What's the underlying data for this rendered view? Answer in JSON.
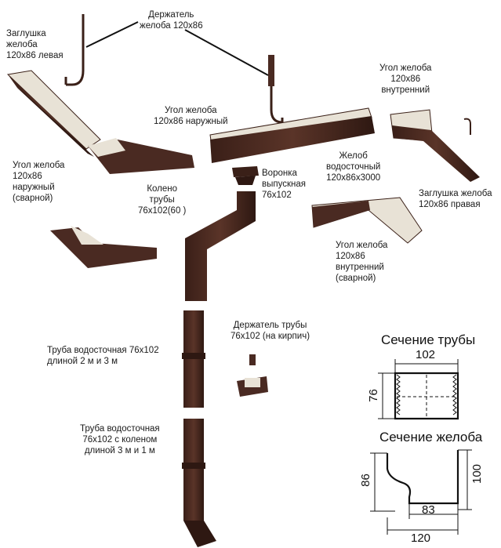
{
  "labels": {
    "cap_left": "Заглушка\nжелоба\n120x86 левая",
    "holder_gutter": "Держатель\nжелоба 120x86",
    "corner_inner_top": "Угол желоба\n120x86\nвнутренний",
    "corner_outer_mid": "Угол желоба\n120x86 наружный",
    "corner_outer_welded": "Угол желоба\n120x86\nнаружный\n(сварной)",
    "elbow": "Колено\nтрубы\n76x102(60 )",
    "funnel": "Воронка\nвыпускная\n76x102",
    "gutter": "Желоб\nводосточный\n120x86x3000",
    "cap_right": "Заглушка желоба\n120x86 правая",
    "corner_inner_welded": "Угол желоба\n120x86\nвнутренний\n(сварной)",
    "pipe_holder": "Держатель трубы\n76x102 (на кирпич)",
    "pipe": "Труба водосточная 76x102\nдлиной 2 м и 3 м",
    "pipe_elbow": "Труба водосточная\n76x102 с коленом\nдлиной 3 м и 1 м"
  },
  "pipe_section": {
    "title": "Сечение трубы",
    "width": "102",
    "height": "76"
  },
  "gutter_section": {
    "title": "Сечение желоба",
    "left_height": "86",
    "right_height": "100",
    "inner_width": "83",
    "total_width": "120"
  },
  "colors": {
    "metal": "#4a2a22",
    "metal_dark": "#2e1812",
    "inner": "#e8e2d6",
    "line": "#1a1a1a"
  }
}
